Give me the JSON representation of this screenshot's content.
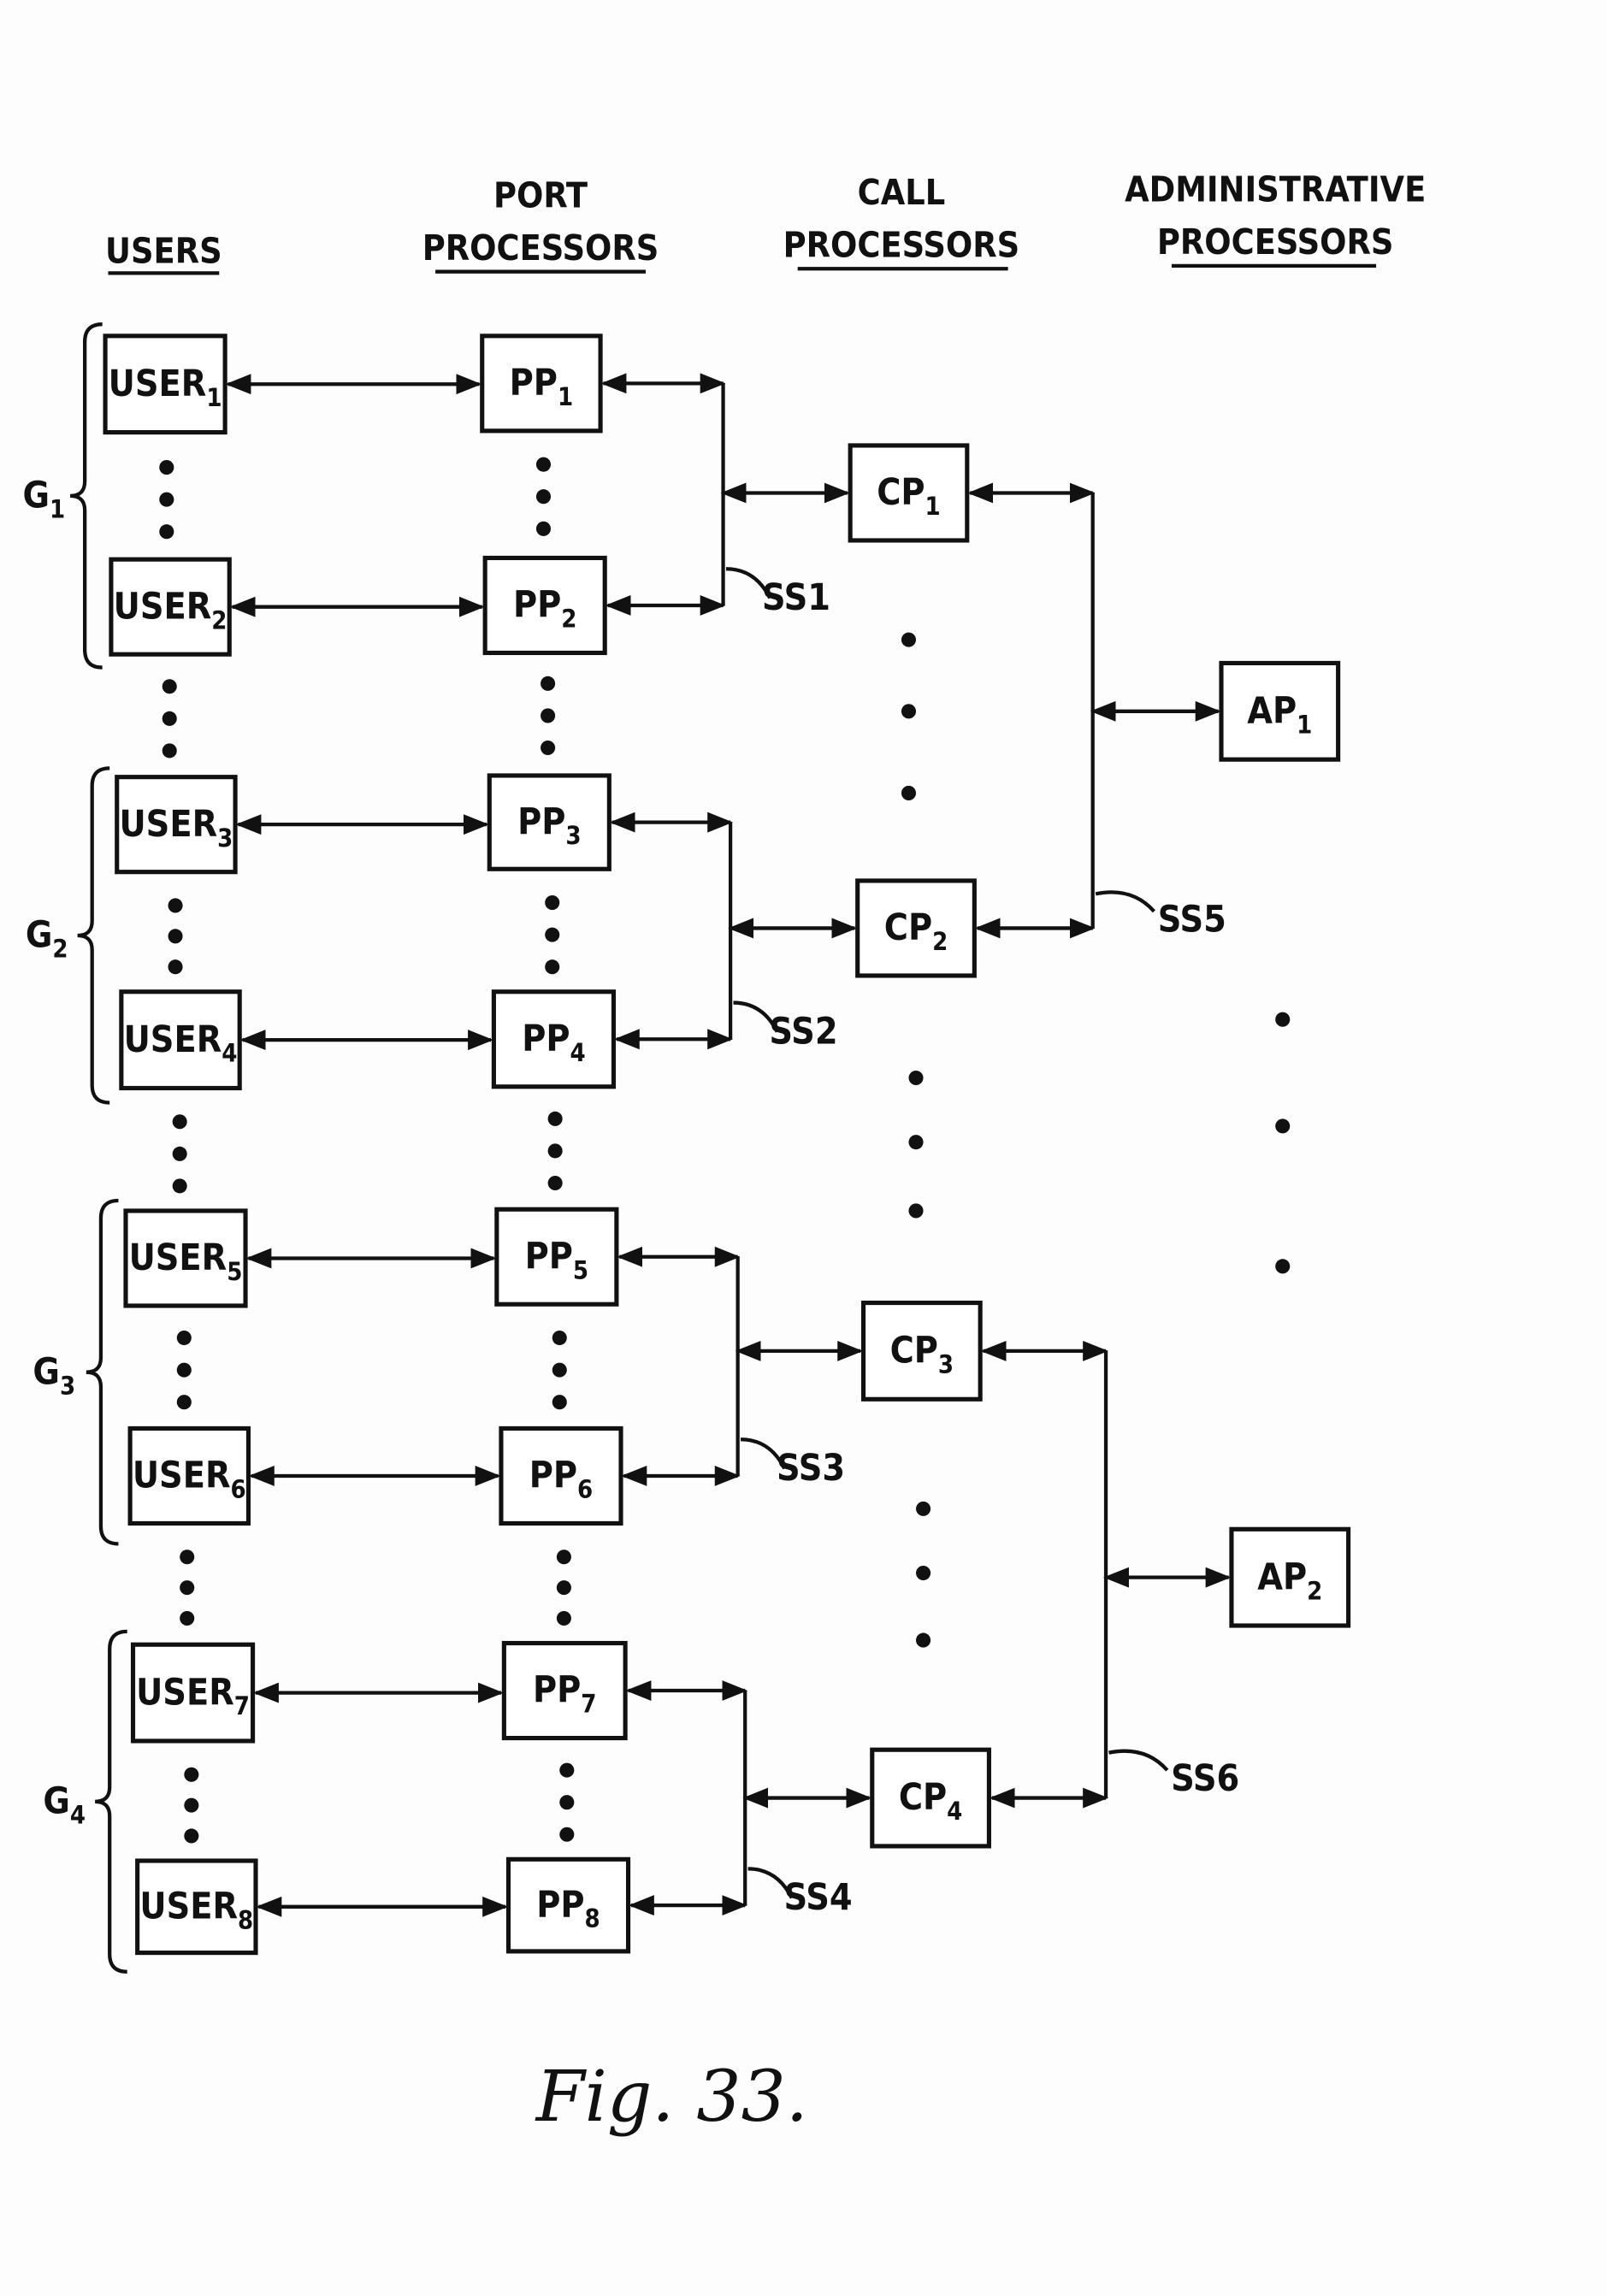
{
  "headers": {
    "users": [
      "USERS"
    ],
    "port_processors": [
      "PORT",
      "PROCESSORS"
    ],
    "call_processors": [
      "CALL",
      "PROCESSORS"
    ],
    "administrative_processors": [
      "ADMINISTRATIVE",
      "PROCESSORS"
    ]
  },
  "users": [
    {
      "name": "USER",
      "sub": "1"
    },
    {
      "name": "USER",
      "sub": "2"
    },
    {
      "name": "USER",
      "sub": "3"
    },
    {
      "name": "USER",
      "sub": "4"
    },
    {
      "name": "USER",
      "sub": "5"
    },
    {
      "name": "USER",
      "sub": "6"
    },
    {
      "name": "USER",
      "sub": "7"
    },
    {
      "name": "USER",
      "sub": "8"
    }
  ],
  "port_processors": [
    {
      "name": "PP",
      "sub": "1"
    },
    {
      "name": "PP",
      "sub": "2"
    },
    {
      "name": "PP",
      "sub": "3"
    },
    {
      "name": "PP",
      "sub": "4"
    },
    {
      "name": "PP",
      "sub": "5"
    },
    {
      "name": "PP",
      "sub": "6"
    },
    {
      "name": "PP",
      "sub": "7"
    },
    {
      "name": "PP",
      "sub": "8"
    }
  ],
  "call_processors": [
    {
      "name": "CP",
      "sub": "1"
    },
    {
      "name": "CP",
      "sub": "2"
    },
    {
      "name": "CP",
      "sub": "3"
    },
    {
      "name": "CP",
      "sub": "4"
    }
  ],
  "administrative_processors": [
    {
      "name": "AP",
      "sub": "1"
    },
    {
      "name": "AP",
      "sub": "2"
    }
  ],
  "groups": [
    {
      "name": "G",
      "sub": "1"
    },
    {
      "name": "G",
      "sub": "2"
    },
    {
      "name": "G",
      "sub": "3"
    },
    {
      "name": "G",
      "sub": "4"
    }
  ],
  "buses": [
    "SS1",
    "SS2",
    "SS3",
    "SS4",
    "SS5",
    "SS6"
  ],
  "caption": "Fig. 33."
}
